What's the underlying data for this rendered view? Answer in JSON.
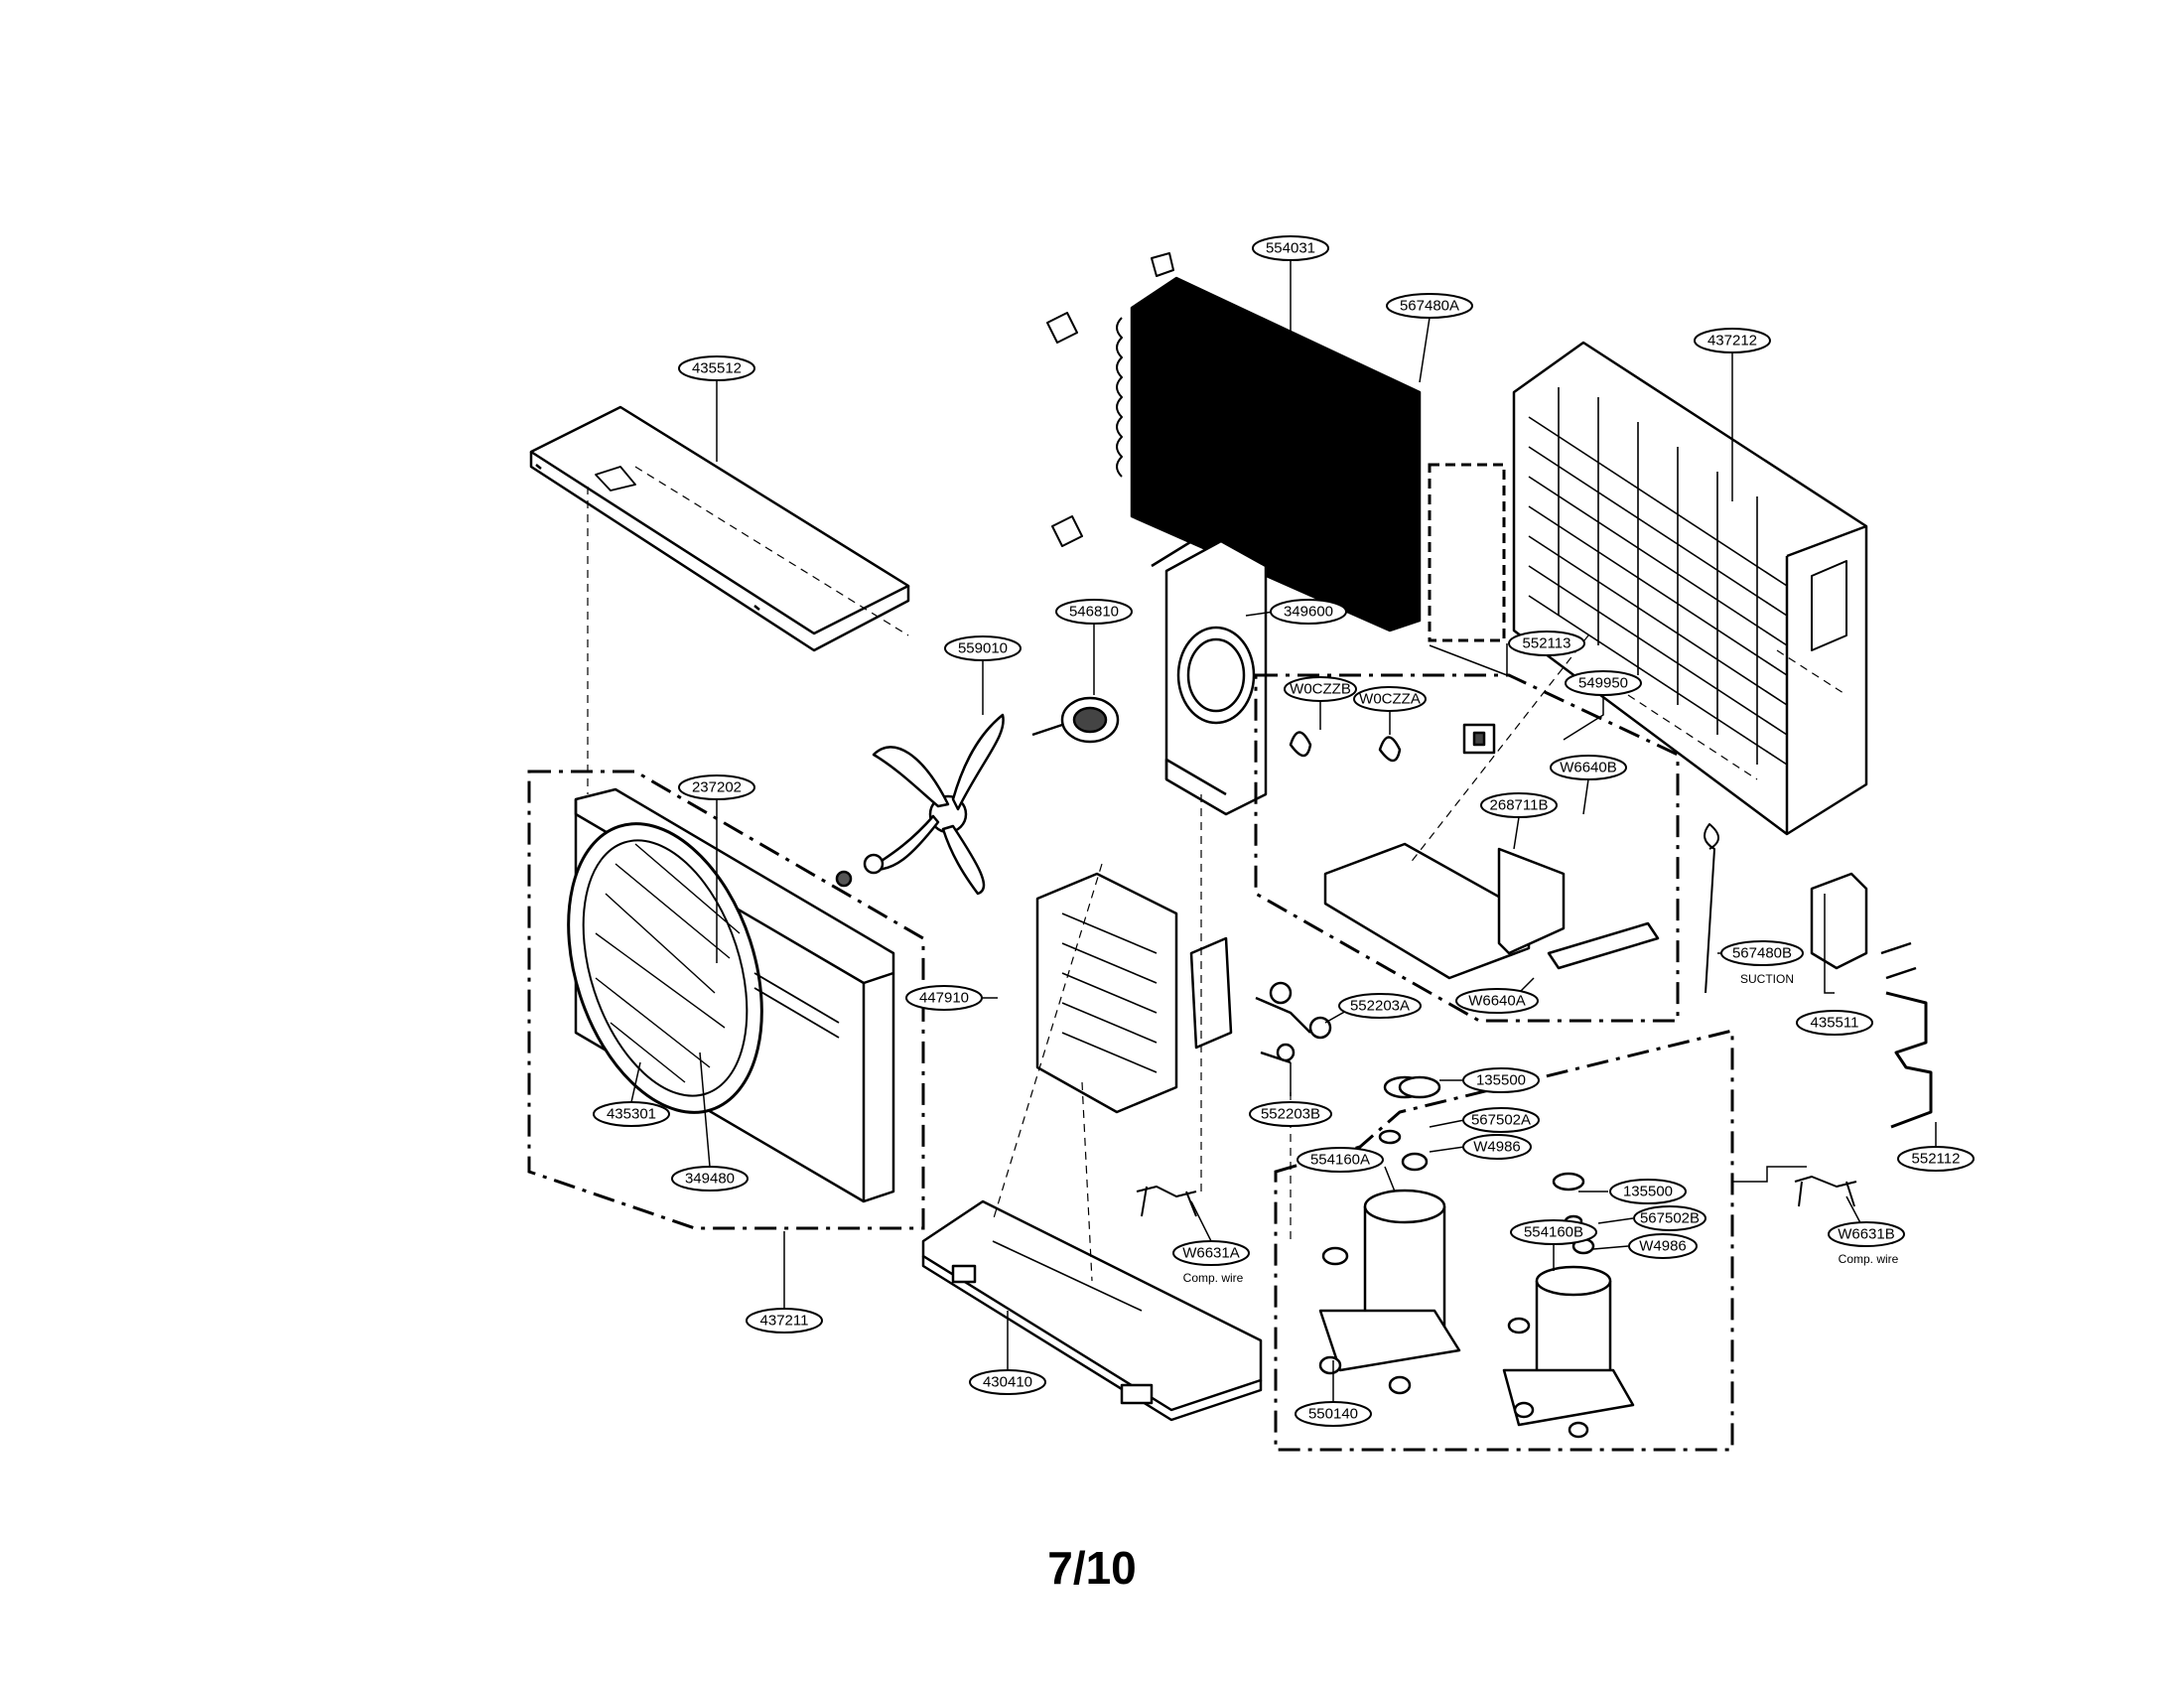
{
  "page_number": "7/10",
  "notes": {
    "suction": "SUCTION",
    "comp_wire_a": "Comp. wire",
    "comp_wire_b": "Comp. wire"
  },
  "labels": [
    "435512",
    "554031",
    "567480A",
    "437212",
    "552113",
    "559010",
    "546810",
    "349600",
    "549950",
    "W0CZZB",
    "W0CZZA",
    "W6640B",
    "268711B",
    "237202",
    "447910",
    "552203A",
    "567480B",
    "435511",
    "W6640A",
    "135500",
    "552203B",
    "567502A",
    "W4986",
    "554160A",
    "135500",
    "567502B",
    "W4986",
    "554160B",
    "552112",
    "W6631A",
    "W6631B",
    "435301",
    "349480",
    "437211",
    "430410",
    "550140"
  ]
}
